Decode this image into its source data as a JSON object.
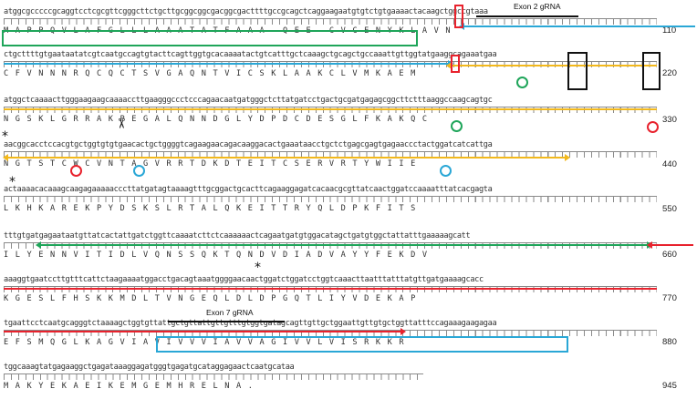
{
  "rows": [
    {
      "dna": "atggcgcccccgcaggtcctcgcgttcgggcttctgcttgcggcggcgacggcgacttttgccgcagctcaggaag",
      "dna_tail": "aatgtgtctgtgaaaactacaagctggccgtaaa",
      "aa": "M A P P Q V L A F G L L L A A A T A T F A A A   Q E E   C V C E N Y K L A V N",
      "num": "110"
    },
    {
      "dna": "ctgcttttgtgaataatatcgtcaatgccagtgtacttcagttggtgcacaaaatactgtcatttgctcaaagctg",
      "dna_tail": "cagctgccaaattgttggtatgaaggcagaaatgaa",
      "aa": "C F V N N N R Q C Q C T S V G A Q N T V I C S K L A A K C L V M K A E M",
      "num": "220"
    },
    {
      "dna": "atggctcaaaacttgggaagaagcaaaaccttgaagggccctcccagaacaatgatgggctcttatgatcctgactgcgatgagagcggcttctttaaggccaagcagtgc",
      "dna_tail": "",
      "aa": "N G S K L G R R A K P E G A L Q N N D G L Y D P D C D E S G L F K A K Q C",
      "num": "330"
    },
    {
      "dna": "aacggcacctccacgtgctggtgtgtgaacactgctggggtcagaagaacagacaaggacactgaaataacctgctctgagcgagtgagaaccctactggatcatcattga",
      "dna_tail": "",
      "aa": "N G T S T C W C V N T A G V R R T D K D T E I T C S E R V R T Y W I I E",
      "num": "440"
    },
    {
      "dna": "actaaaacacaaagcaagagaaaaacccttatgatagtaaaagtttgcggactgcacttcagaaggagatcacaacgcgttatcaactggatccaaaatttatcacgagta",
      "dna_tail": "",
      "aa": "L K H K A R E K P Y D S K S L R T A L Q K E I T T R Y Q L D P K F I T S",
      "num": "550"
    },
    {
      "dna": "tttgtgatgagaataatgttatcactattgatctggttcaaaatcttctcaaaaaactcagaatgatgtggacatagctgatgtggctattatttgaaaaagcatt",
      "dna_tail": "",
      "aa": "I L Y E N N V I T I D L V Q N S S Q K T Q N D V D I A D V A Y Y F E K D V",
      "num": "660"
    },
    {
      "dna": "aaaggtgaatccttgtttcattctaagaaaatggacctgacagtaaatggggaacaactggatctggatcctggtcaaacttaatttatttatgttgatgaaaagcacc",
      "dna_tail": "",
      "aa": "K G E S L F H S K K M D L T V N G E Q L D L D P G Q T L I Y V D E K A P",
      "num": "770"
    },
    {
      "dna": "tgaattcctcaatgcagggtctaaaagctggtgttattgctgttattgttgtttgtggtgatagcagttgttgctggaattgttgtgctggttatttccagaaagaagagaa",
      "dna_tail": "",
      "aa": "E F S M Q G L K A G V I A V I V V V I A V V A G I V V L V I S R K K R",
      "num": "880"
    },
    {
      "dna": "tggcaaagtatgagaaggctgagataaaggagatgggtgagatgcataggagaactcaatgcataa",
      "dna_tail": "",
      "aa": "M A K Y E K A E I K E M G E M H R E L N A .",
      "num": "945"
    }
  ],
  "annotations": {
    "exon2_label": "Exon 2 gRNA",
    "exon7_label": "Exon 7 gRNA"
  },
  "colors": {
    "green": "#1fa55a",
    "blue": "#2aa7d6",
    "orange": "#f2b81c",
    "red": "#e8222d",
    "black": "#111111"
  },
  "icons": [
    "asterisk-icon",
    "scissors-icon"
  ]
}
